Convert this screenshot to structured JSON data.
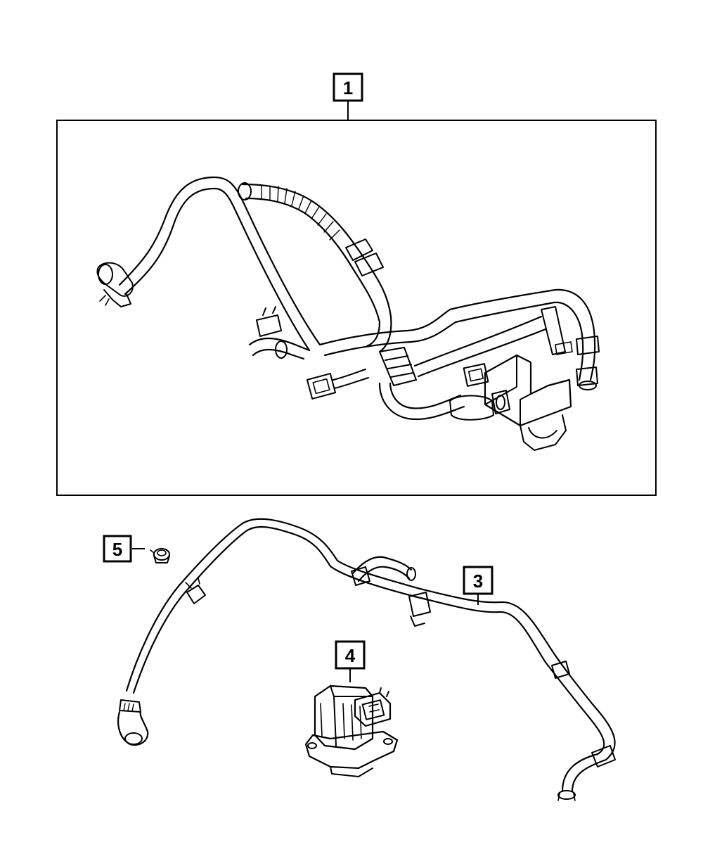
{
  "callouts": {
    "c1": "1",
    "c3": "3",
    "c4": "4",
    "c5": "5"
  },
  "colors": {
    "line": "#000000",
    "background": "#ffffff"
  }
}
